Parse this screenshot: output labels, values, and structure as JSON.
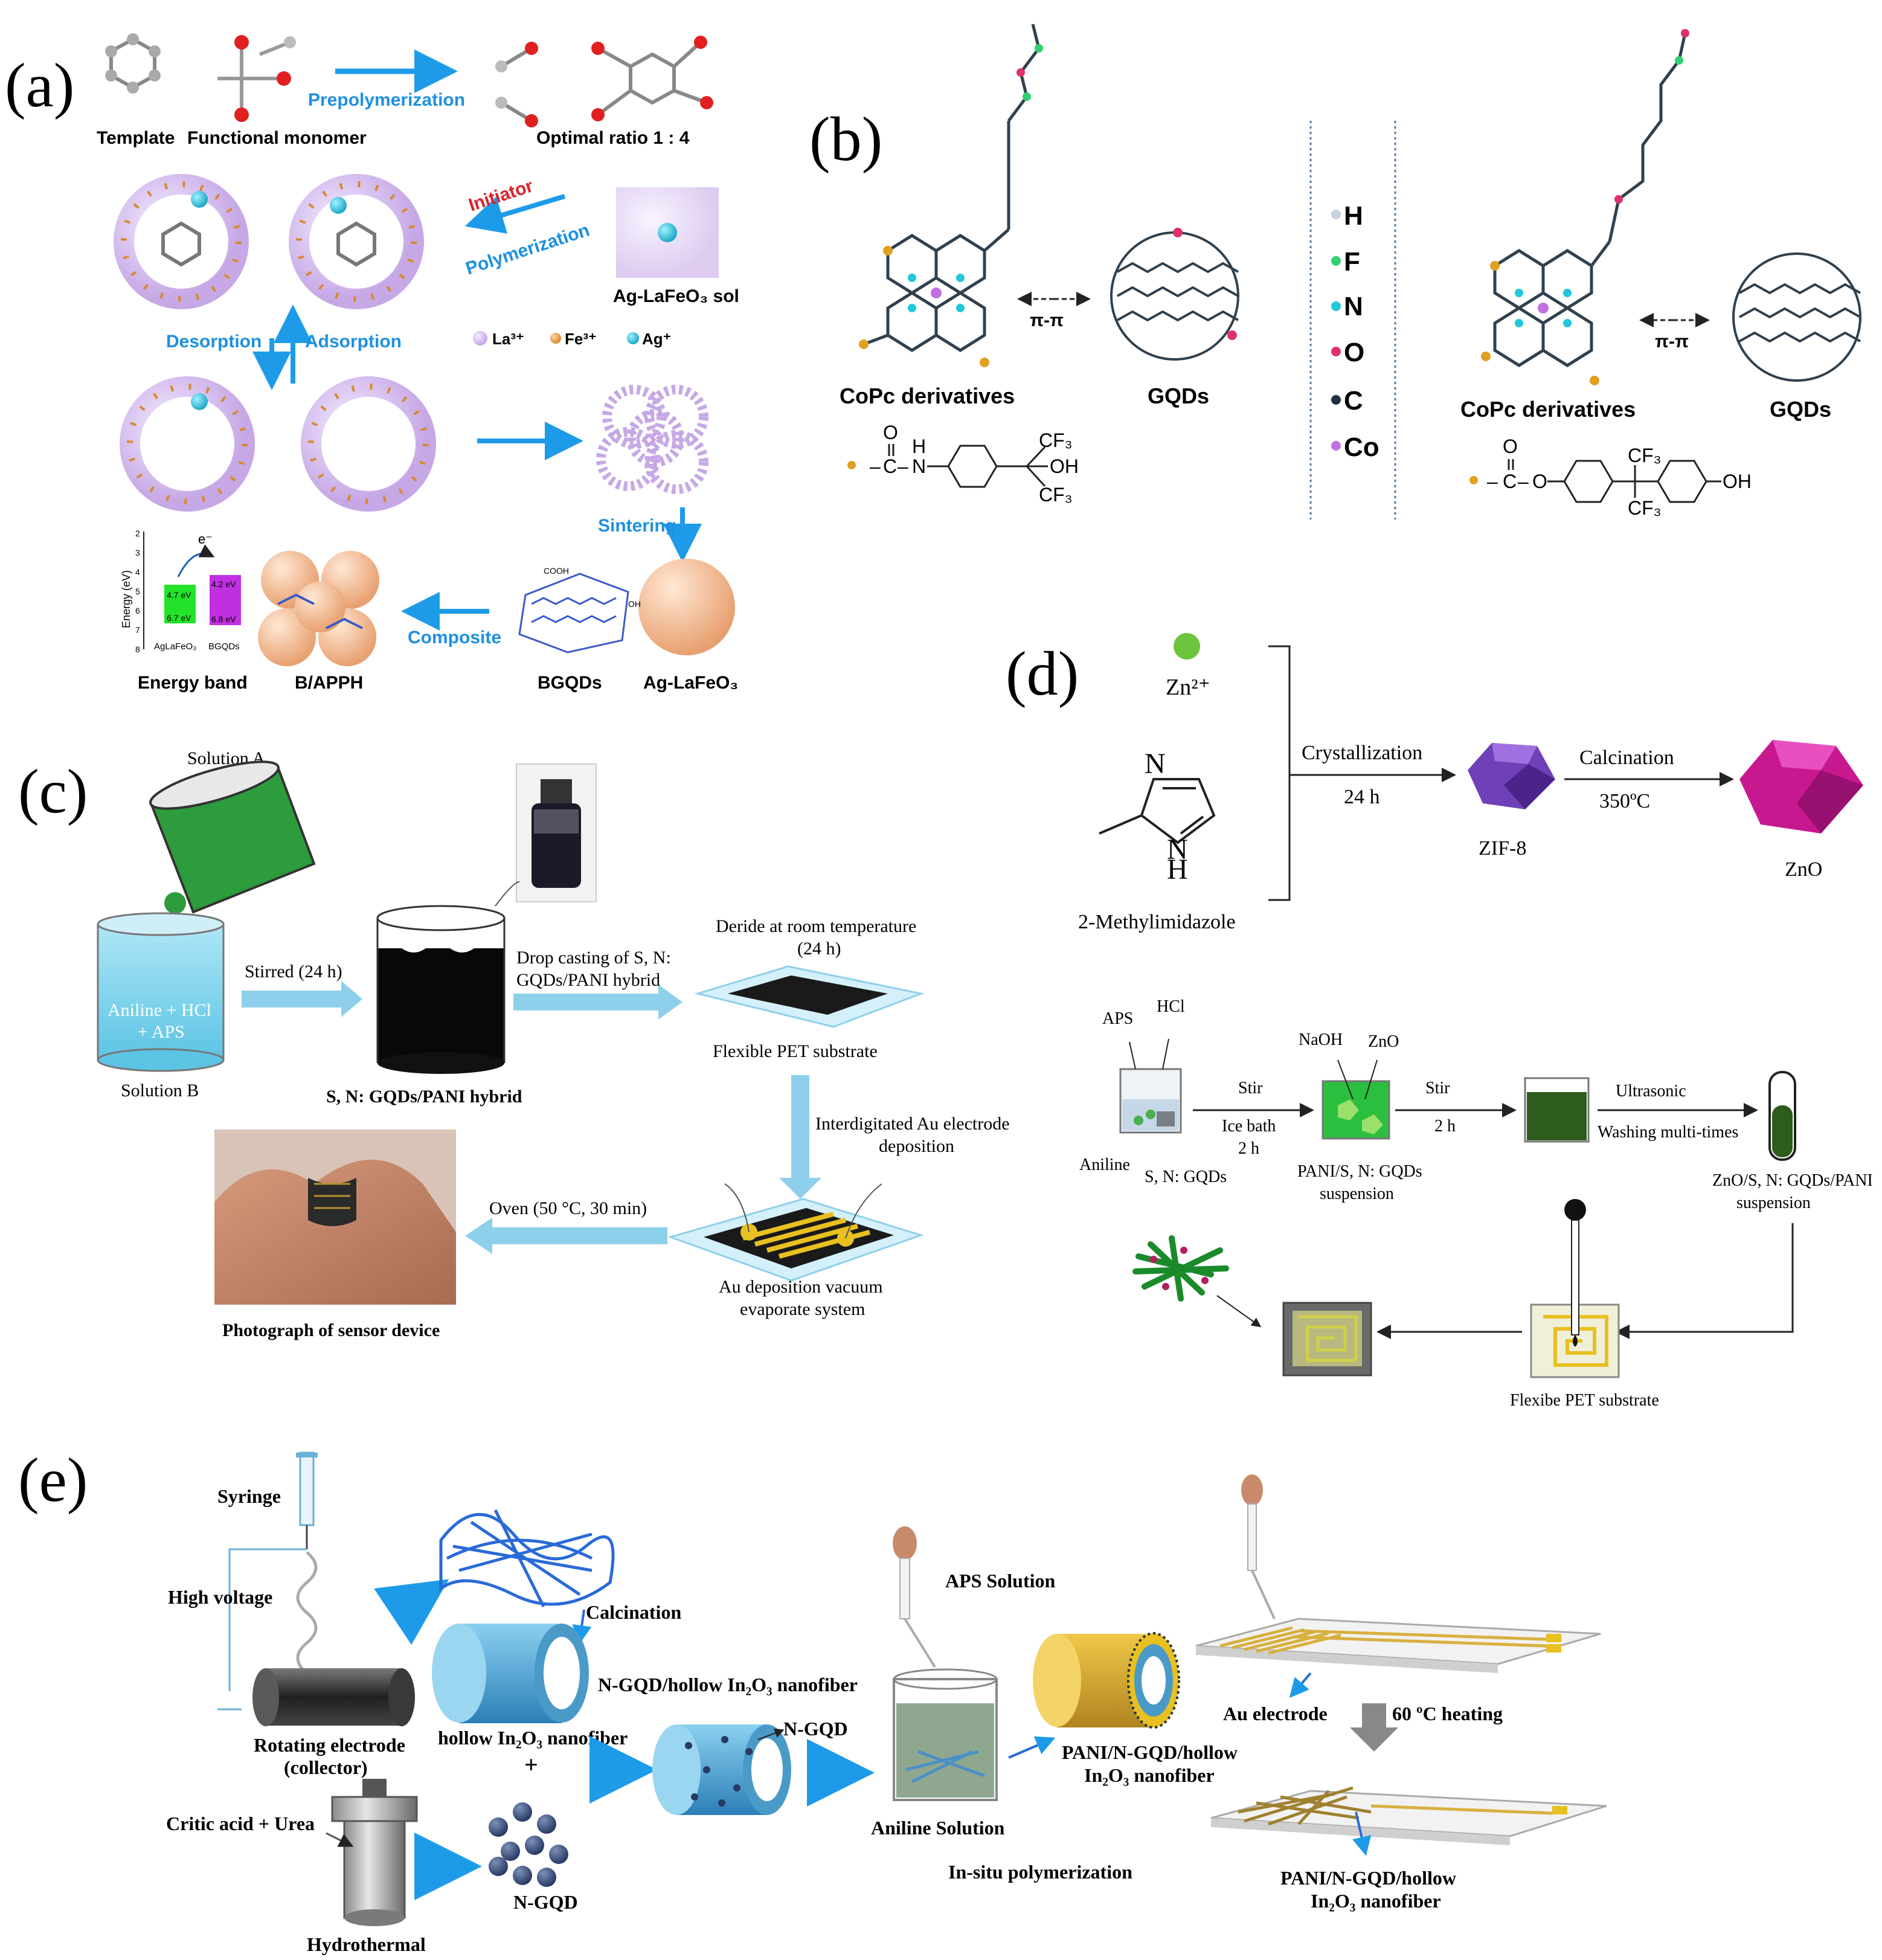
{
  "panel_a": {
    "letter": "(a)",
    "template": "Template",
    "functional_monomer": "Functional monomer",
    "prepolymerization": "Prepolymerization",
    "optimal_ratio": "Optimal ratio 1 : 4",
    "initiator": "Initiator",
    "polymerization": "Polymerization",
    "sol": "Ag-LaFeO₃ sol",
    "desorption": "Desorption",
    "adsorption": "Adsorption",
    "legend_la": "La³⁺",
    "legend_fe": "Fe³⁺",
    "legend_ag": "Ag⁺",
    "sintering": "Sintering",
    "composite": "Composite",
    "energy_band": "Energy band",
    "bapph": "B/APPH",
    "bgqds": "BGQDs",
    "ag_lafeo3": "Ag-LaFeO₃",
    "energy_axis": "Energy (eV)",
    "energy_ticks": [
      "2",
      "3",
      "4",
      "5",
      "6",
      "7",
      "8"
    ],
    "electron": "e⁻",
    "band_1_top": "4.7 eV",
    "band_1_bottom": "6.7 eV",
    "band_2_top": "4.2 eV",
    "band_2_bottom": "6.8 eV",
    "band_1_name": "AgLaFeO₃",
    "band_2_name": "BGQDs",
    "cooh": "COOH",
    "oh": "OH"
  },
  "panel_b": {
    "letter": "(b)",
    "pipi": "π-π",
    "copc_left": "CoPc derivatives",
    "gqds_left": "GQDs",
    "copc_right": "CoPc derivatives",
    "gqds_right": "GQDs",
    "elements": [
      "H",
      "F",
      "N",
      "O",
      "C",
      "Co"
    ],
    "element_colors": [
      "#c8d2dc",
      "#30d070",
      "#20c8d8",
      "#e0306a",
      "#203040",
      "#c070e0"
    ],
    "cf3": "CF₃",
    "oh": "OH",
    "amide_o": "O",
    "amide_c": "C",
    "amide_h": "H",
    "amide_n": "N",
    "ester_c": "C",
    "ester_o": "O"
  },
  "panel_c": {
    "letter": "(c)",
    "solution_a": "Solution A",
    "solution_b": "Solution B",
    "beaker_text": "Aniline + HCl\n+ APS",
    "stirred": "Stirred (24 h)",
    "hybrid": "S, N: GQDs/PANI hybrid",
    "drop_casting_1": "Drop casting of S, N:",
    "drop_casting_2": "GQDs/PANI hybrid",
    "deride_1": "Deride at room temperature",
    "deride_2": "(24 h)",
    "pet": "Flexible PET substrate",
    "interdig_1": "Interdigitated Au electrode",
    "interdig_2": "deposition",
    "oven": "Oven (50 °C, 30 min)",
    "au_vac_1": "Au deposition vacuum",
    "au_vac_2": "evaporate system",
    "photo": "Photograph of sensor device"
  },
  "panel_d": {
    "letter": "(d)",
    "zn": "Zn²⁺",
    "n_atom": "N",
    "h_atom": "H",
    "crystallization": "Crystallization",
    "cryst_time": "24 h",
    "calcination": "Calcination",
    "calc_temp": "350ºC",
    "zif8": "ZIF-8",
    "zno": "ZnO",
    "methylimidazole": "2-Methylimidazole",
    "aps": "APS",
    "hcl": "HCl",
    "aniline": "Aniline",
    "sn_gqds": "S, N: GQDs",
    "stir1": "Stir",
    "ice_bath": "Ice bath",
    "two_h_1": "2 h",
    "naoh": "NaOH",
    "zno_small": "ZnO",
    "pani_sn_1": "PANI/S, N: GQDs",
    "pani_sn_2": "suspension",
    "stir2": "Stir",
    "two_h_2": "2 h",
    "ultrasonic": "Ultrasonic",
    "washing": "Washing multi-times",
    "zno_sn_1": "ZnO/S, N: GQDs/PANI",
    "zno_sn_2": "suspension",
    "flex_pet": "Flexibe PET substrate"
  },
  "panel_e": {
    "letter": "(e)",
    "syringe": "Syringe",
    "high_voltage": "High voltage",
    "rotating_1": "Rotating electrode",
    "rotating_2": "(collector)",
    "calcination": "Calcination",
    "ngqd_hollow": "N-GQD/hollow In₂O₃ nanofiber",
    "hollow_in2o3": "hollow In₂O₃ nanofiber",
    "plus": "+",
    "ngqd_arrow": "N-GQD",
    "critic_acid": "Critic acid + Urea",
    "hydrothermal": "Hydrothermal",
    "ngqd": "N-GQD",
    "aps_solution": "APS Solution",
    "aniline_solution": "Aniline Solution",
    "in_situ": "In-situ polymerization",
    "pani_ngqd_1": "PANI/N-GQD/hollow",
    "pani_ngqd_2": "In₂O₃ nanofiber",
    "au_electrode": "Au electrode",
    "heating": "60 ºC heating",
    "final_1": "PANI/N-GQD/hollow",
    "final_2": "In₂O₃ nanofiber"
  }
}
